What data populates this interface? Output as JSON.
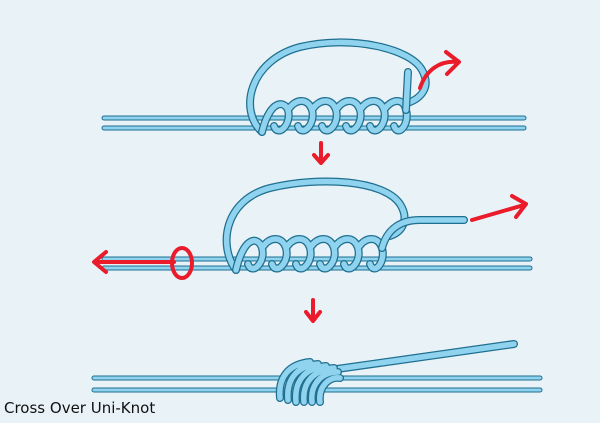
{
  "caption": "Cross Over Uni-Knot",
  "colors": {
    "background": "#e9f2f7",
    "line_fill": "#8fd3ef",
    "line_stroke": "#1f6f90",
    "arrow": "#ea1b2a"
  },
  "steps": [
    {
      "id": "step-1",
      "arrows": [
        "pull-tag-end-up-right",
        "down-to-step-2"
      ]
    },
    {
      "id": "step-2",
      "arrows": [
        "pull-tag-end-right",
        "pull-main-line-left",
        "down-to-step-3"
      ],
      "marker": "circle-around-main-line"
    },
    {
      "id": "step-3",
      "arrows": []
    }
  ]
}
